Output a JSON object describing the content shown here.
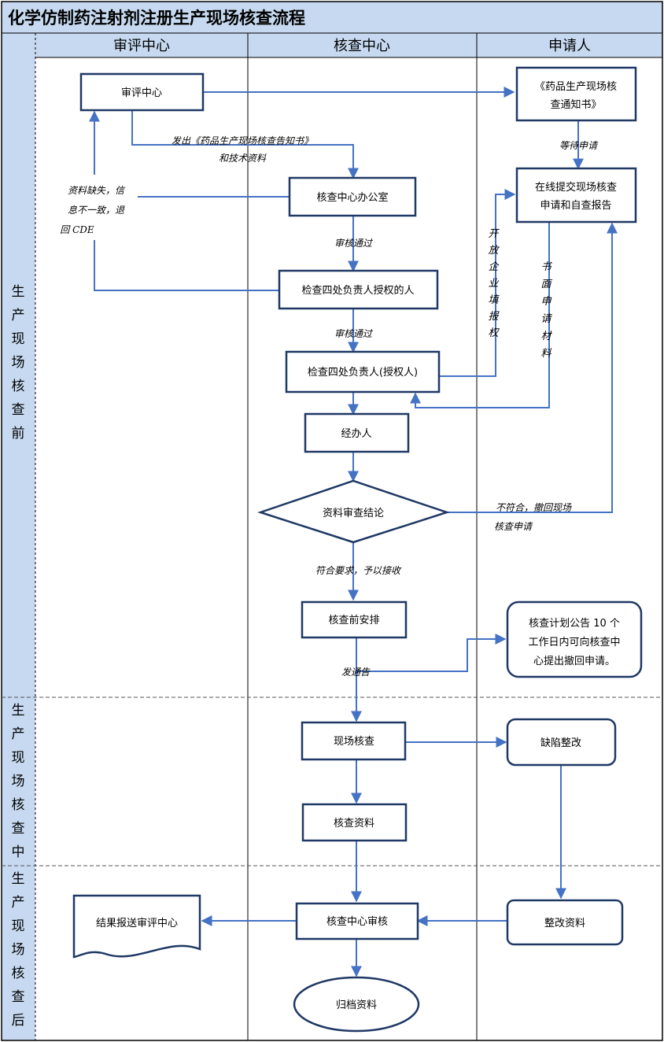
{
  "title": "化学仿制药注射剂注册生产现场核查流程",
  "lanes": [
    "审评中心",
    "核查中心",
    "申请人"
  ],
  "phases": [
    "生产现场核查前",
    "生产现场核查中",
    "生产现场核查后"
  ],
  "nodes": {
    "review_center": "审评中心",
    "notice_line1": "《药品生产现场核",
    "notice_line2": "查通知书》",
    "office": "核查中心办公室",
    "submit_line1": "在线提交现场核查",
    "submit_line2": "申请和自查报告",
    "auth_person": "检查四处负责人授权的人",
    "dept_head": "检查四处负责人(授权人)",
    "handler": "经办人",
    "decision": "资料审查结论",
    "pre_arrange": "核查前安排",
    "announce_line1": "核查计划公告 10 个",
    "announce_line2": "工作日内可向核查中",
    "announce_line3": "心提出撤回申请。",
    "onsite": "现场核查",
    "defect": "缺陷整改",
    "inspection_data": "核查资料",
    "report_result": "结果报送审评中心",
    "center_review": "核查中心审核",
    "rectify_data": "整改资料",
    "archive": "归档资料"
  },
  "labels": {
    "issue_line1": "发出《药品生产现场核查告知书》",
    "issue_line2": "和技术资料",
    "wait_apply": "等待申请",
    "missing_line1": "资料缺失，信",
    "missing_line2": "息不一致，退",
    "missing_line3": "回 CDE",
    "audit_pass_1": "审核通过",
    "audit_pass_2": "审核通过",
    "open_fill": "开放企业填报权",
    "written_material": "书面申请材料",
    "reject_line1": "不符合，撤回现场",
    "reject_line2": "核查申请",
    "meet_req": "符合要求，予以接收",
    "send_notice": "发通告"
  },
  "colors": {
    "header_bg": "#c6d9f0",
    "box_border": "#1f3864",
    "arrow": "#4472c4",
    "grid": "#000000"
  }
}
